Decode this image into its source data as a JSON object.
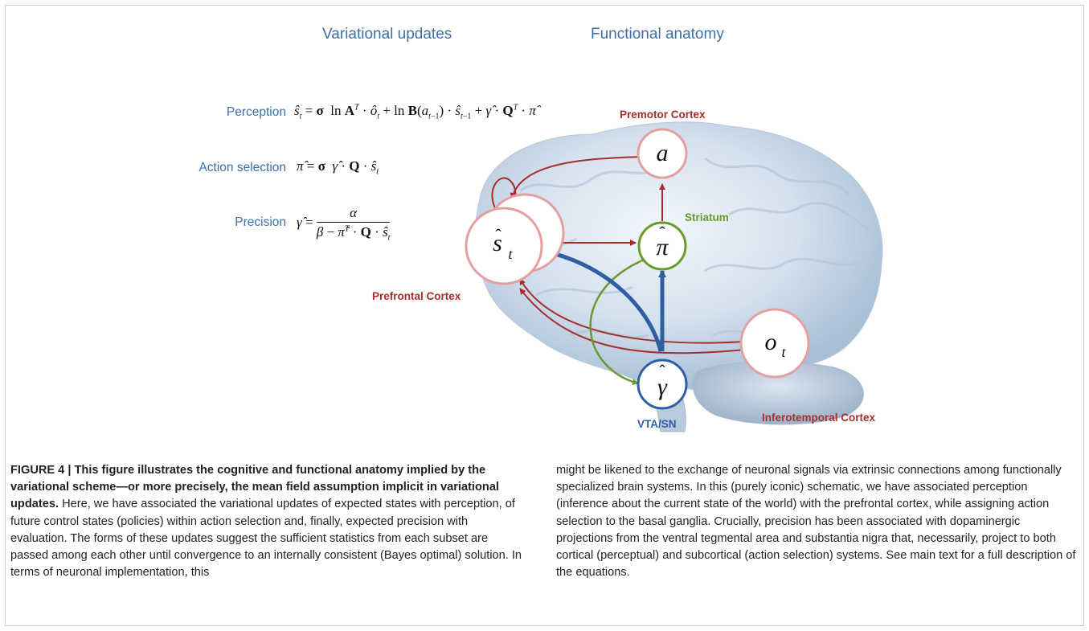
{
  "headers": {
    "variational": "Variational updates",
    "functional": "Functional anatomy"
  },
  "equations": {
    "perception_label": "Perception",
    "action_label": "Action selection",
    "precision_label": "Precision"
  },
  "regions": {
    "premotor": "Premotor Cortex",
    "striatum": "Striatum",
    "prefrontal": "Prefrontal Cortex",
    "vta": "VTA/SN",
    "inferotemporal": "Inferotemporal Cortex"
  },
  "nodes": {
    "a": "a",
    "s": "s",
    "s_sub": "t",
    "pi": "π",
    "o": "o",
    "o_sub": "t",
    "gamma": "γ"
  },
  "colors": {
    "label_blue": "#3d6fa8",
    "region_red": "#a3302c",
    "striatum_green": "#6a9a2e",
    "dopamine_blue": "#2f5fa3",
    "node_ring_pink": "#e3a0a0"
  },
  "caption": {
    "bold": "FIGURE 4 | This figure illustrates the cognitive and functional anatomy implied by the variational scheme—or more precisely, the mean field assumption implicit in variational updates.",
    "left_rest": " Here, we have associated the variational updates of expected states with perception, of future control states (policies) within action selection and, finally, expected precision with evaluation. The forms of these updates suggest the sufficient statistics from each subset are passed among each other until convergence to an internally consistent (Bayes optimal) solution. In terms of neuronal implementation, this",
    "right": "might be likened to the exchange of neuronal signals via extrinsic connections among functionally specialized brain systems. In this (purely iconic) schematic, we have associated perception (inference about the current state of the world) with the prefrontal cortex, while assigning action selection to the basal ganglia. Crucially, precision has been associated with dopaminergic projections from the ventral tegmental area and substantia nigra that, necessarily, project to both cortical (perceptual) and subcortical (action selection) systems. See main text for a full description of the equations."
  }
}
